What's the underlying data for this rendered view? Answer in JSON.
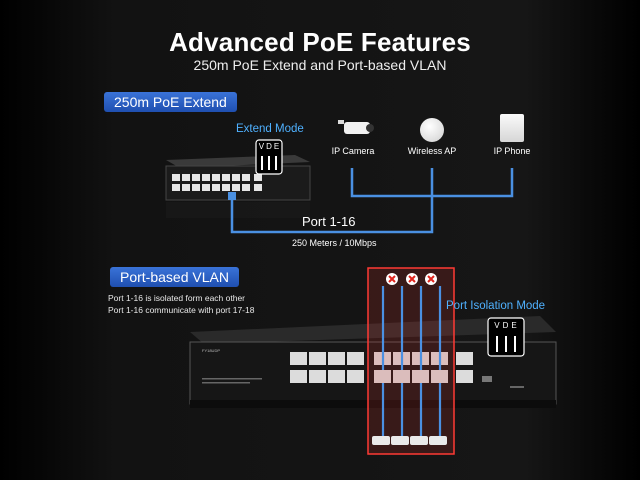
{
  "header": {
    "title": "Advanced PoE Features",
    "subtitle": "250m PoE Extend and Port-based VLAN"
  },
  "extend_section": {
    "badge": "250m PoE Extend",
    "mode_label": "Extend Mode",
    "switch_dip_letters": [
      "V",
      "D",
      "E"
    ],
    "devices": [
      {
        "label": "IP Camera",
        "icon": "ip-camera-icon"
      },
      {
        "label": "Wireless AP",
        "icon": "wireless-ap-icon"
      },
      {
        "label": "IP Phone",
        "icon": "ip-phone-icon"
      }
    ],
    "port_range": "Port 1-16",
    "distance_note": "250 Meters / 10Mbps"
  },
  "vlan_section": {
    "badge": "Port-based VLAN",
    "line1": "Port 1-16 is isolated form each other",
    "line2": "Port 1-16 communicate with port 17-18",
    "mode_label": "Port Isolation Mode",
    "switch_dip_letters": [
      "V",
      "D",
      "E"
    ]
  },
  "colors": {
    "accent_blue": "#3a73d8",
    "cable_blue": "#4a90e2",
    "isolation_red": "#d9302c",
    "label_blue": "#4fb1ff"
  }
}
